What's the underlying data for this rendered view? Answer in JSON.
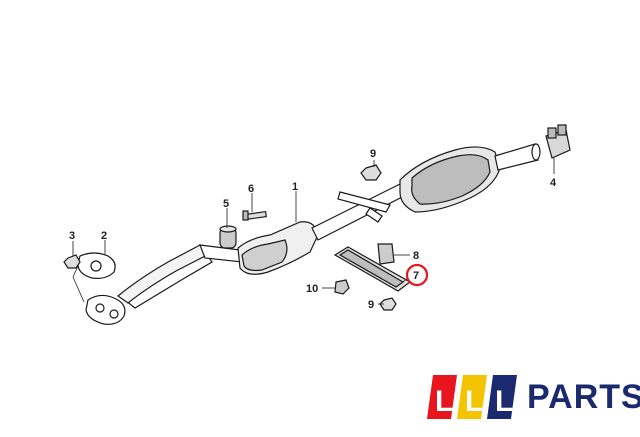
{
  "diagram": {
    "callouts": [
      {
        "id": "c1",
        "text": "1"
      },
      {
        "id": "c2",
        "text": "2"
      },
      {
        "id": "c3",
        "text": "3"
      },
      {
        "id": "c4",
        "text": "4"
      },
      {
        "id": "c5",
        "text": "5"
      },
      {
        "id": "c6",
        "text": "6"
      },
      {
        "id": "c7",
        "text": "7",
        "highlighted": true,
        "highlight_color": "#e8141e"
      },
      {
        "id": "c8",
        "text": "8"
      },
      {
        "id": "c9a",
        "text": "9"
      },
      {
        "id": "c9b",
        "text": "9"
      },
      {
        "id": "c10",
        "text": "10"
      }
    ]
  },
  "logo": {
    "word": "PARTS",
    "blocks": [
      {
        "letter": "L",
        "color": "#e8141e"
      },
      {
        "letter": "L",
        "color": "#f5c400"
      },
      {
        "letter": "L",
        "color": "#1b2a6e"
      }
    ],
    "text_color": "#1b2a6e"
  }
}
